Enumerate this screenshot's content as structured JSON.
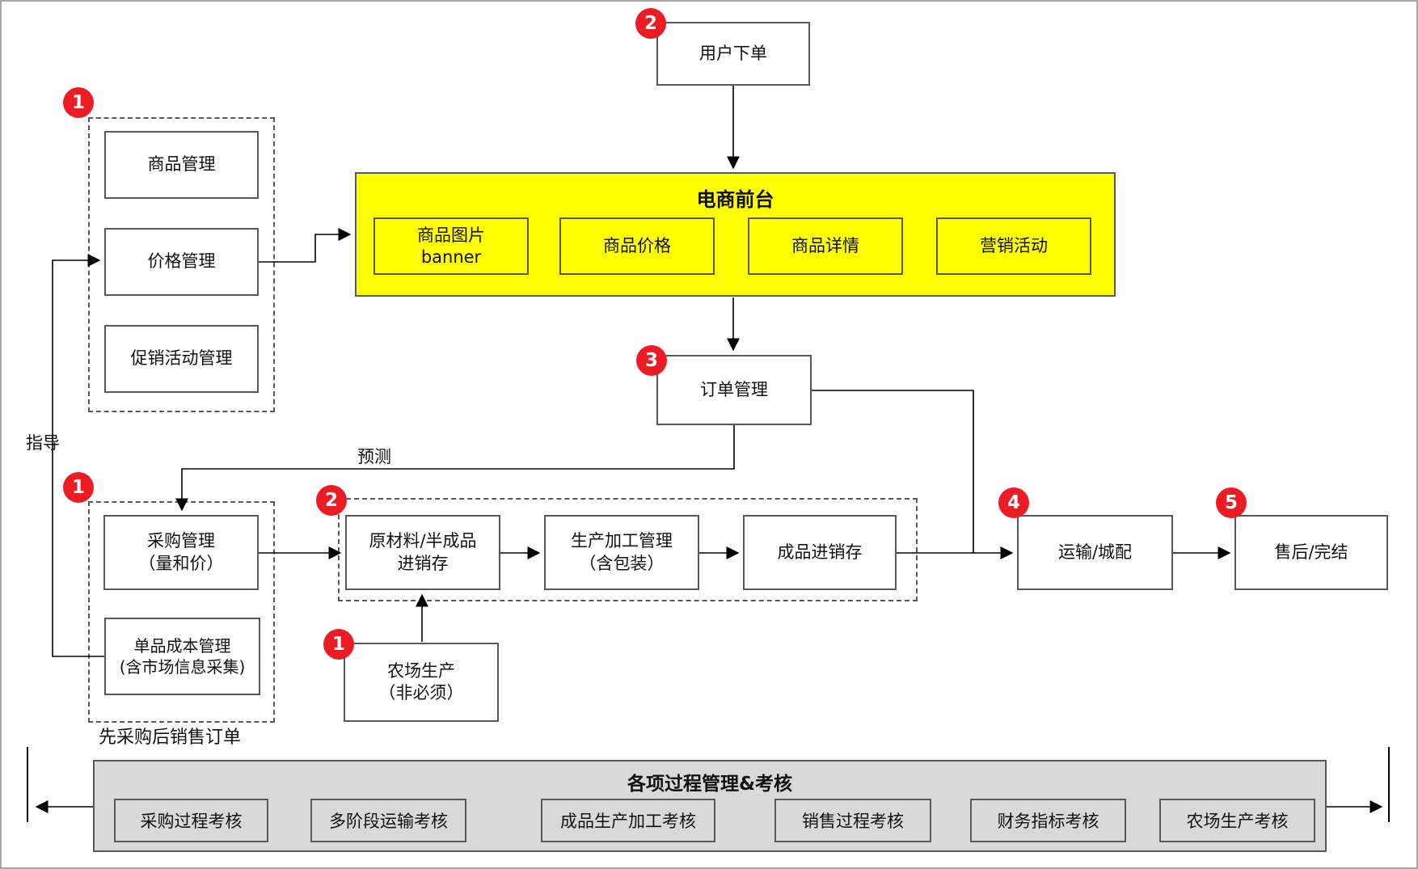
{
  "colors": {
    "badge_red": "#ed1c24",
    "panel_yellow": "#ffff00",
    "band_gray": "#d9d9d9",
    "box_border": "#595959"
  },
  "badges": {
    "merchandising": "1",
    "user_order": "2",
    "order_mgmt": "3",
    "purchase": "1",
    "production": "2",
    "farm": "1",
    "transport": "4",
    "aftersale": "5"
  },
  "nodes": {
    "user_order": "用户下单",
    "order_mgmt": "订单管理",
    "transport": "运输/城配",
    "aftersale": "售后/完结",
    "farm": "农场生产\n（非必须）"
  },
  "front_panel": {
    "title": "电商前台",
    "items": [
      {
        "label": "商品图片\nbanner"
      },
      {
        "label": "商品价格"
      },
      {
        "label": "商品详情"
      },
      {
        "label": "营销活动"
      }
    ]
  },
  "merch_group": {
    "items": [
      {
        "label": "商品管理"
      },
      {
        "label": "价格管理"
      },
      {
        "label": "促销活动管理"
      }
    ]
  },
  "purchase_group": {
    "items": [
      {
        "label": "采购管理\n（量和价）"
      },
      {
        "label": "单品成本管理\n(含市场信息采集)"
      }
    ]
  },
  "production_group": {
    "items": [
      {
        "label": "原材料/半成品\n进销存"
      },
      {
        "label": "生产加工管理\n（含包装）"
      },
      {
        "label": "成品进销存"
      }
    ]
  },
  "labels": {
    "guidance": "指导",
    "forecast": "预测",
    "purchase_first": "先采购后销售订单"
  },
  "band": {
    "title": "各项过程管理&考核",
    "items": [
      {
        "label": "采购过程考核"
      },
      {
        "label": "多阶段运输考核"
      },
      {
        "label": "成品生产加工考核"
      },
      {
        "label": "销售过程考核"
      },
      {
        "label": "财务指标考核"
      },
      {
        "label": "农场生产考核"
      }
    ]
  }
}
